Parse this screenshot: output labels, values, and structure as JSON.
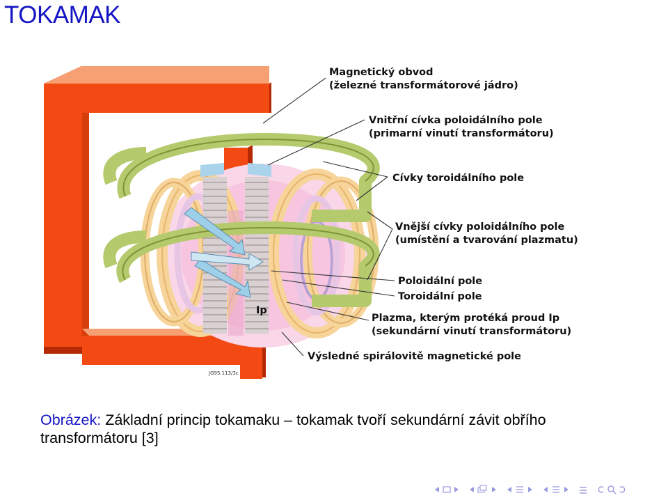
{
  "frame": {
    "title": "TOKAMAK"
  },
  "diagram": {
    "labels": [
      "Magnetický obvod",
      "(železné transformátorové jádro)",
      "Vnitřní cívka poloidálního pole",
      "(primarní vinutí transformátoru)",
      "Cívky toroidálního pole",
      "Vnější cívky poloidálního pole",
      "(umístění a tvarování plazmatu)",
      "Poloidální pole",
      "Toroidální pole",
      "Plazma, kterým protéká proud Ip",
      "(sekundární vinutí transformátoru)",
      "Výsledné spirálovitě magnetické pole"
    ],
    "ip_label": "Ip",
    "stamp": "JG95.113/3c"
  },
  "caption": {
    "label": "Obrázek:",
    "text": "Základní princip tokamaku – tokamak tvoří sekundární závit obřího transformátoru [3]"
  },
  "nav": {
    "icons": [
      "frame-prev-icon",
      "frame-next-icon",
      "subsection-prev-icon",
      "subsection-icon",
      "subsection-next-icon",
      "section-prev-icon",
      "section-icon",
      "section-next-icon",
      "subsubsection-prev-icon",
      "subsubsection-icon",
      "subsubsection-next-icon",
      "align-icon",
      "search-back-icon",
      "search-icon",
      "search-forward-icon"
    ]
  },
  "colors": {
    "title": "#1515c4",
    "iron_core": "#f24a12",
    "iron_core_dark": "#b52a05",
    "toroidal_coil": "#f6d49a",
    "poloidal_coil": "#b5c96d",
    "plasma_pink": "#f7c5df",
    "arrow_blue": "#9ecfe8"
  }
}
